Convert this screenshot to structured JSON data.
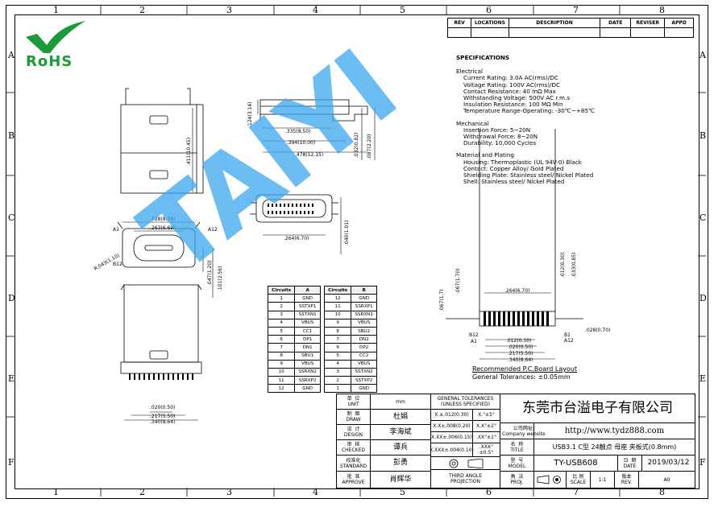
{
  "zones_top": [
    "1",
    "2",
    "3",
    "4",
    "5",
    "6",
    "7",
    "8"
  ],
  "zones_side": [
    "A",
    "B",
    "C",
    "D",
    "E",
    "F"
  ],
  "logo_text": "RoHS",
  "watermark": "TAIYI",
  "revision_table": {
    "headers": [
      "REV",
      "LOCATIONS",
      "DESCRIPTION",
      "DATE",
      "REVISER",
      "APPD"
    ]
  },
  "specs": {
    "title": "SPECIFICATIONS",
    "electrical_title": "Electrical",
    "electrical": [
      "Current Rating: 3.0A AC(rms)/DC",
      "Voltage Rating: 100V AC(rms)/DC",
      "Contact Resistance: 40 mΩ Max",
      "Withstanding Voltage: 500V AC r.m.s",
      "Insulation Resistance: 100 MΩ Min",
      "Temperature Range-Operating: -30℃~+85℃"
    ],
    "mechanical_title": "Mechanical",
    "mechanical": [
      "Insertion Force: 5~20N",
      "Withdrawal Force: 8~20N",
      "Durability: 10,000 Cycles"
    ],
    "material_title": "Material and Plating",
    "material": [
      "Housing: Thermoplastic (UL 94V-0)  Black",
      "Contact: Copper Alloy/ Gold Plated",
      "Shielding Plate: Stainless steel/ Nickel Plated",
      "Shell: Stainless steel/ Nickel Plated"
    ]
  },
  "dims": {
    "d1": ".124(3.14)",
    "d2": ".335(8.50)",
    "d3": ".394(10.00)",
    "d4": ".478(12.15)",
    "d5": ".032(0.82)",
    "d6": ".087(2.20)",
    "d7": ".411(10.45)",
    "d8": ".328(8.34)",
    "d9": ".263(6.69)",
    "d10": "R.043(1.10)",
    "d11": ".047(1.20)",
    "d12": ".101(2.56)",
    "d13": ".264(6.70)",
    "d14": ".040(1.01)",
    "d15": ".020(0.50)",
    "d16": ".217(5.50)",
    "d17": ".340(8.64)",
    "d18": ".067(1.7)",
    "d19": ".067(1.70)",
    "d20": ".012(0.30)",
    "d21": ".033(0.85)",
    "d22": ".028(0.70)",
    "d23": ".264(6.70)",
    "d24": ".012(0.30)",
    "d25": ".020(0.50)",
    "d26": ".217(5.50)",
    "d27": ".340(8.64)",
    "a1": "A1",
    "a12": "A12",
    "b1": "B1",
    "b12": "B12",
    "a1b": "A1",
    "b12b": "B12",
    "b1b": "B1",
    "a12b": "A12"
  },
  "pin_table_a": {
    "headers": [
      "Circuits",
      "A"
    ],
    "rows": [
      [
        "1",
        "GND"
      ],
      [
        "2",
        "SSTXP1"
      ],
      [
        "3",
        "SSTXN1"
      ],
      [
        "4",
        "VBUS"
      ],
      [
        "5",
        "CC1"
      ],
      [
        "6",
        "DP1"
      ],
      [
        "7",
        "DN1"
      ],
      [
        "8",
        "SBU1"
      ],
      [
        "9",
        "VBUS"
      ],
      [
        "10",
        "SSRXN2"
      ],
      [
        "11",
        "SSRXP2"
      ],
      [
        "12",
        "GND"
      ]
    ]
  },
  "pin_table_b": {
    "headers": [
      "Circuits",
      "B"
    ],
    "rows": [
      [
        "12",
        "GND"
      ],
      [
        "11",
        "SSRXP1"
      ],
      [
        "10",
        "SSRXN1"
      ],
      [
        "9",
        "VBUS"
      ],
      [
        "8",
        "SBU2"
      ],
      [
        "7",
        "DN2"
      ],
      [
        "6",
        "DP2"
      ],
      [
        "5",
        "CC2"
      ],
      [
        "4",
        "VBUS"
      ],
      [
        "3",
        "SSTXN2"
      ],
      [
        "2",
        "SSTXP2"
      ],
      [
        "1",
        "GND"
      ]
    ]
  },
  "pcb": {
    "title": "Recommended P.C.Board Layout",
    "tolerance": "General Tolerances:  ±0.05mm"
  },
  "title_block": {
    "unit_label": "单  位\nUNIT",
    "unit_value": "mm",
    "draw_label": "制  图\nDRAW",
    "draw_value": "杜娟",
    "design_label": "设  计\nDESIGN",
    "design_value": "李海斌",
    "checked_label": "审  核\nCHECKED",
    "checked_value": "谭兵",
    "standard_label": "校准化\nSTANDARD",
    "standard_value": "彭勇",
    "approve_label": "批  准\nAPPROVE",
    "approve_value": "肖辉华",
    "gt_title": "GENERAL TOLERANCES\n(UNLESS SPECIFIED)",
    "gt": [
      "X.±.012(0.30)",
      "X.°±5°",
      "X.X±.008(0.20)",
      "X.X°±2°",
      "X.XX±.006(0.15)",
      ".XX°±1°",
      "X.XXX±.004(0.10)",
      ".XXX°±0.5°"
    ],
    "projection": "THIRD ANGLE\nPROJECTION",
    "company": "东莞市台溢电子有限公司",
    "web_label": "公司网址:\nCompany website",
    "web": "http://www.tydz888.com",
    "name_label": "名  称\nTITLE",
    "name_value": "USB3.1 C型 24触点 母座 夹板式(0.8mm)",
    "model_label": "型  号\nMODEL",
    "model_value": "TY-USB608",
    "date_label": "日  期\nDATE",
    "date_value": "2019/03/12",
    "proj_label": "角  法\nPROJ.",
    "scale_label": "比 例\nSCALE",
    "scale_value": "1:1",
    "rev_label": "版本\nREV.",
    "rev_value": "A0"
  }
}
